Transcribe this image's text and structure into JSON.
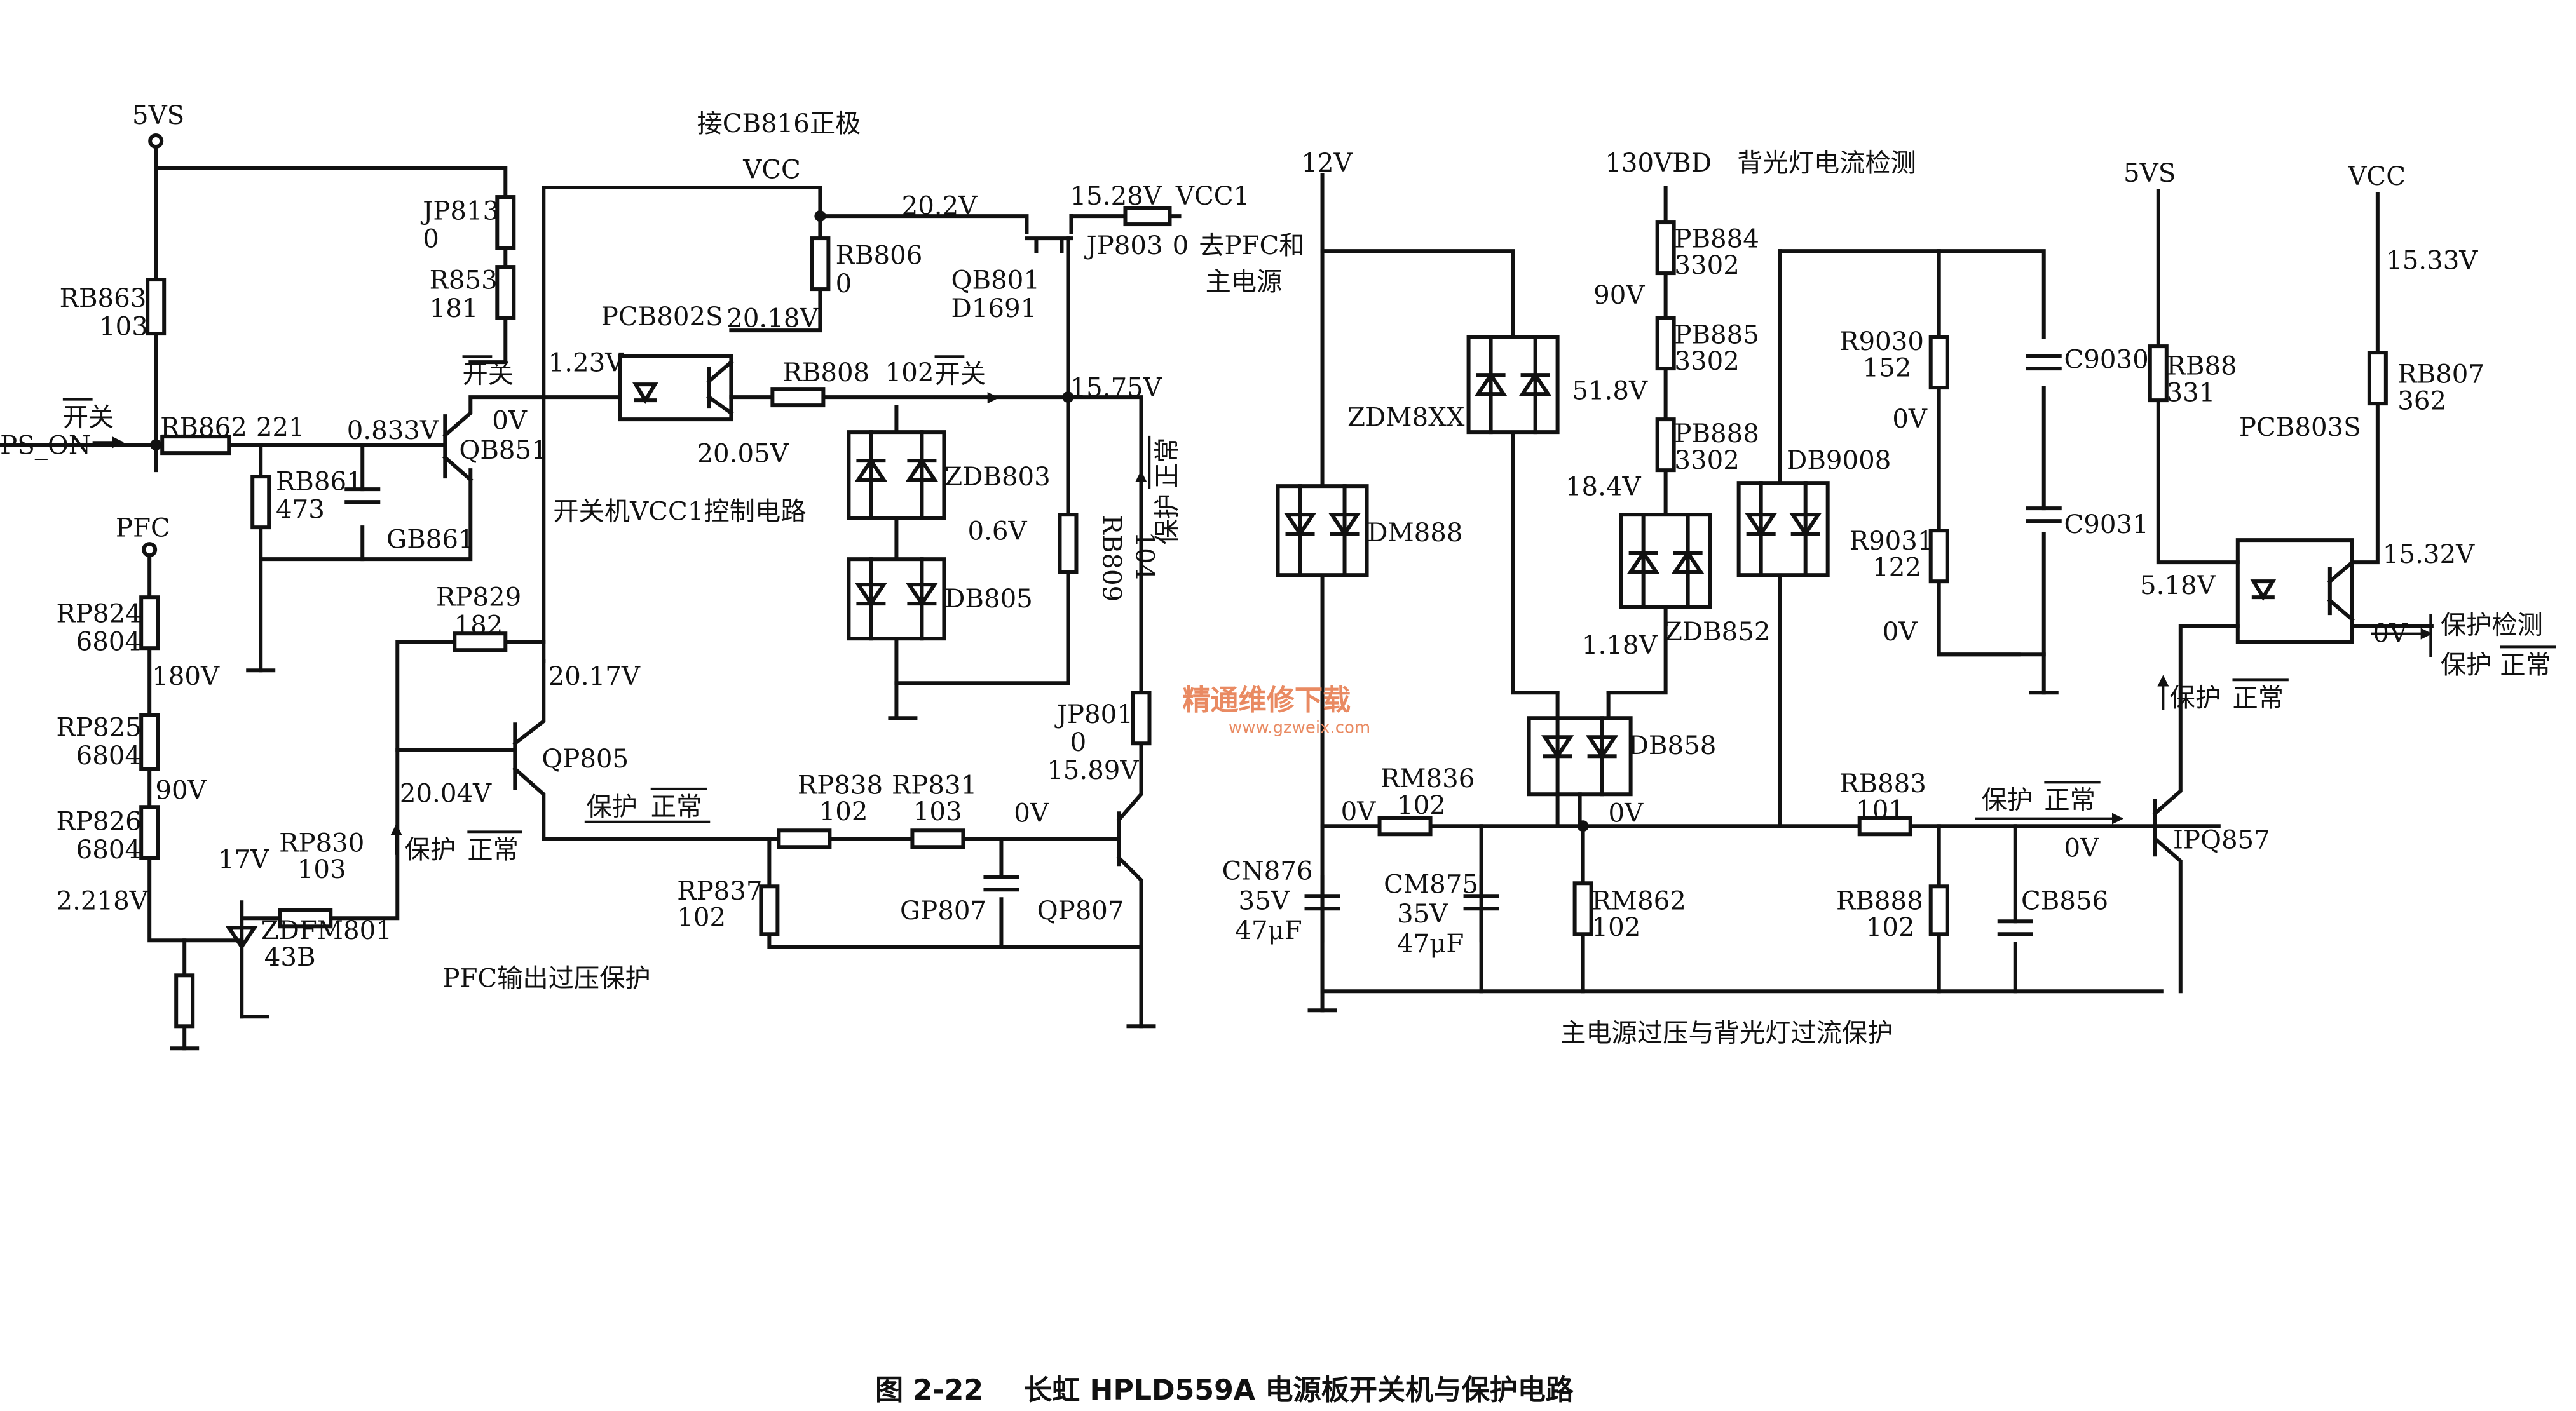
{
  "caption": {
    "figure_no": "图 2-22",
    "text": "长虹 HPLD559A 电源板开关机与保护电路"
  },
  "watermark": {
    "main": "精通维修下载",
    "url": "www.gzweix.com"
  },
  "section_titles": {
    "vcc_ctrl": "开关机VCC1控制电路",
    "pfc_ovp": "PFC输出过压保护",
    "main_ovp": "主电源过压与背光灯过流保护"
  },
  "rails": {
    "v5vs_left": "5VS",
    "cb816": "接CB816正极",
    "vcc_top": "VCC",
    "pfc": "PFC",
    "v12": "12V",
    "v130vbd": "130VBD",
    "backlight_detect": "背光灯电流检测",
    "v5vs_right": "5VS",
    "vcc_right": "VCC",
    "vcc1": "VCC1",
    "to_pfc_1": "去PFC和",
    "to_pfc_2": "主电源"
  },
  "signals": {
    "ps_on": "PS_ON",
    "onoff_1": "开关",
    "onoff_2": "开关",
    "onoff_3": "开关",
    "prot_v": "保护",
    "norm_v": "正常",
    "prot_a": "保护",
    "norm_a": "正常",
    "prot_b": "保护",
    "norm_b": "正常",
    "prot_c": "保护",
    "norm_c": "正常",
    "prot_d": "保护",
    "norm_d": "正常",
    "prot_detect": "保护检测",
    "prot_e": "保护",
    "norm_e": "正常"
  },
  "components": {
    "jp813": "JP813",
    "jp813_v": "0",
    "r853": "R853",
    "r853_v": "181",
    "rb863": "RB863",
    "rb863_v": "103",
    "rb862": "RB862",
    "rb862_v": "221",
    "rb861": "RB861",
    "rb861_v": "473",
    "gb861": "GB861",
    "qb851": "QB851",
    "pcb802s": "PCB802S",
    "rb806": "RB806",
    "rb806_v": "0",
    "qb801": "QB801",
    "qb801_v": "D1691",
    "jp803": "JP803",
    "jp803_v": "0",
    "rb808": "RB808",
    "rb808_v": "102",
    "zdb803": "ZDB803",
    "db805": "DB805",
    "rb809": "RB809",
    "rb809_v": "104",
    "jp801": "JP801",
    "jp801_v": "0",
    "rp824": "RP824",
    "rp824_v": "6804",
    "rp825": "RP825",
    "rp825_v": "6804",
    "rp826": "RP826",
    "rp826_v": "6804",
    "rp829": "RP829",
    "rp829_v": "182",
    "rp830": "RP830",
    "rp830_v": "103",
    "zdfm801": "ZDFM801",
    "zdfm801_v": "43B",
    "qp805": "QP805",
    "rp838": "RP838",
    "rp838_v": "102",
    "rp831": "RP831",
    "rp831_v": "103",
    "rp837": "RP837",
    "rp837_v": "102",
    "gp807": "GP807",
    "qp807": "QP807",
    "dm888": "DM888",
    "zdm8xx": "ZDM8XX",
    "cn876": "CN876",
    "cn876_v1": "35V",
    "cn876_v2": "47μF",
    "rm836": "RM836",
    "rm836_v": "102",
    "cm875": "CM875",
    "cm875_v1": "35V",
    "cm875_v2": "47μF",
    "pb884": "PB884",
    "pb884_v": "3302",
    "pb885": "PB885",
    "pb885_v": "3302",
    "pb888": "PB888",
    "pb888_v": "3302",
    "zdb852": "ZDB852",
    "db9008": "DB9008",
    "db858": "DB858",
    "rm862": "RM862",
    "rm862_v": "102",
    "r9030": "R9030",
    "r9030_v": "152",
    "r9031": "R9031",
    "r9031_v": "122",
    "c9030": "C9030",
    "c9031": "C9031",
    "rb883": "RB883",
    "rb883_v": "101",
    "rb888": "RB888",
    "rb888_v": "102",
    "cb856": "CB856",
    "rb88": "RB88",
    "rb88_v": "331",
    "rb807": "RB807",
    "rb807_v": "362",
    "pcb803s": "PCB803S",
    "ipq857": "IPQ857"
  },
  "voltages": {
    "v_1_23": "1.23V",
    "v_20_18": "20.18V",
    "v_20_2": "20.2V",
    "v_15_28": "15.28V",
    "v_0_833": "0.833V",
    "v_0v_qb851": "0V",
    "v_15_75": "15.75V",
    "v_20_05": "20.05V",
    "v_0_6": "0.6V",
    "v_20_17": "20.17V",
    "v_180": "180V",
    "v_90_pfc": "90V",
    "v_2_218": "2.218V",
    "v_17": "17V",
    "v_20_04": "20.04V",
    "v_0v_qp807": "0V",
    "v_15_89": "15.89V",
    "v_90_130": "90V",
    "v_51_8": "51.8V",
    "v_18_4": "18.4V",
    "v_1_18": "1.18V",
    "v_0v_rm836": "0V",
    "v_0v_db858": "0V",
    "v_0v_r9030": "0V",
    "v_0v_r9031": "0V",
    "v_15_33": "15.33V",
    "v_5_18": "5.18V",
    "v_15_32": "15.32V",
    "v_0v_pcb803s": "0V",
    "v_0v_ipq857": "0V"
  }
}
